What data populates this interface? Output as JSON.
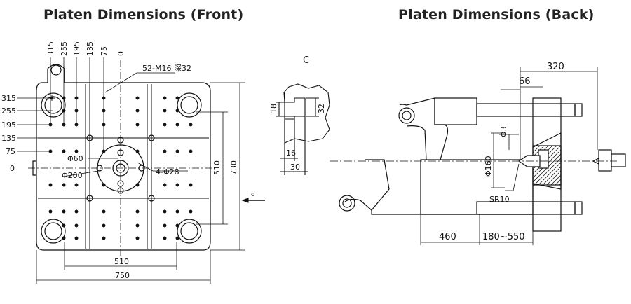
{
  "titles": {
    "front": "Platen Dimensions (Front)",
    "back": "Platen Dimensions (Back)"
  },
  "front": {
    "top_ticks": [
      "315",
      "255",
      "195",
      "135",
      "75",
      "0"
    ],
    "left_ticks": [
      "315",
      "255",
      "195",
      "135",
      "75",
      "0"
    ],
    "callout_holes": "52-M16 深32",
    "d60": "Φ60",
    "d200": "Φ200",
    "callout_4": "4-Φ28",
    "dim_510_vert": "510",
    "dim_730": "730",
    "dim_510_horiz": "510",
    "dim_750": "750"
  },
  "section_c": {
    "label": "C",
    "d18": "18",
    "d32": "32",
    "d16": "16",
    "d30": "30",
    "arrow_label": "c"
  },
  "back": {
    "d320": "320",
    "d66": "66",
    "d3": "Φ3",
    "d160": "Φ160",
    "sr10": "SR10",
    "d460": "460",
    "d180_550": "180~550"
  }
}
